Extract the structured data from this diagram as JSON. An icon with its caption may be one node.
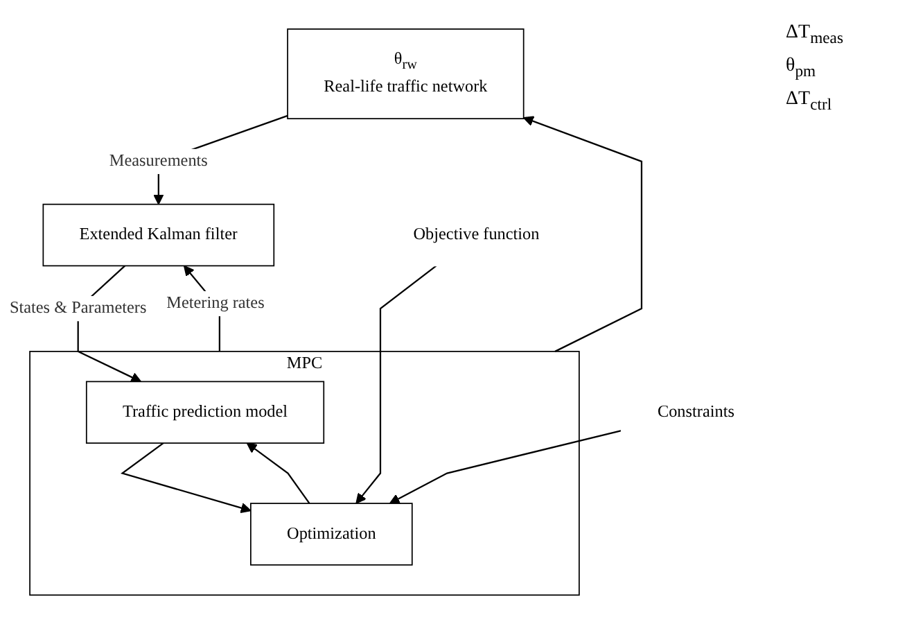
{
  "diagram": {
    "nodes": [
      {
        "text": [
          "θ$_{rw}$",
          "Real-life traffic network"
        ]
      },
      {
        "text": [
          "MPC"
        ]
      },
      {
        "text": [
          "Traffic prediction model"
        ],
        "in": 1
      },
      {
        "text": [
          "Optimization"
        ],
        "in": 1
      },
      {
        "text": [
          "Extended Kalman filter"
        ]
      },
      {
        "text": [
          "Objective function"
        ]
      },
      {
        "text": [
          "Constraints"
        ]
      }
    ],
    "edges": [
      {
        "from": 0,
        "to": 4,
        "arrow": "to",
        "label": "Measurements"
      },
      {
        "from": 4,
        "to": 2,
        "arrow": "to",
        "label": "States & Parameters"
      },
      {
        "from": 2,
        "to": 3,
        "arrow": "to"
      },
      {
        "from": 3,
        "to": 2,
        "arrow": "to"
      },
      {
        "from": 5,
        "to": 3,
        "arrow": "to"
      },
      {
        "from": 6,
        "to": 3,
        "arrow": "to"
      },
      {
        "from": 1,
        "to": 4,
        "arrow": "to",
        "label": "Metering rates"
      },
      {
        "from": 1,
        "to": 0,
        "arrow": "to"
      }
    ],
    "labels": [
      "ΔT$_{meas}$",
      "θ$_{pm}$",
      "ΔT$_{ctrl}$"
    ]
  }
}
